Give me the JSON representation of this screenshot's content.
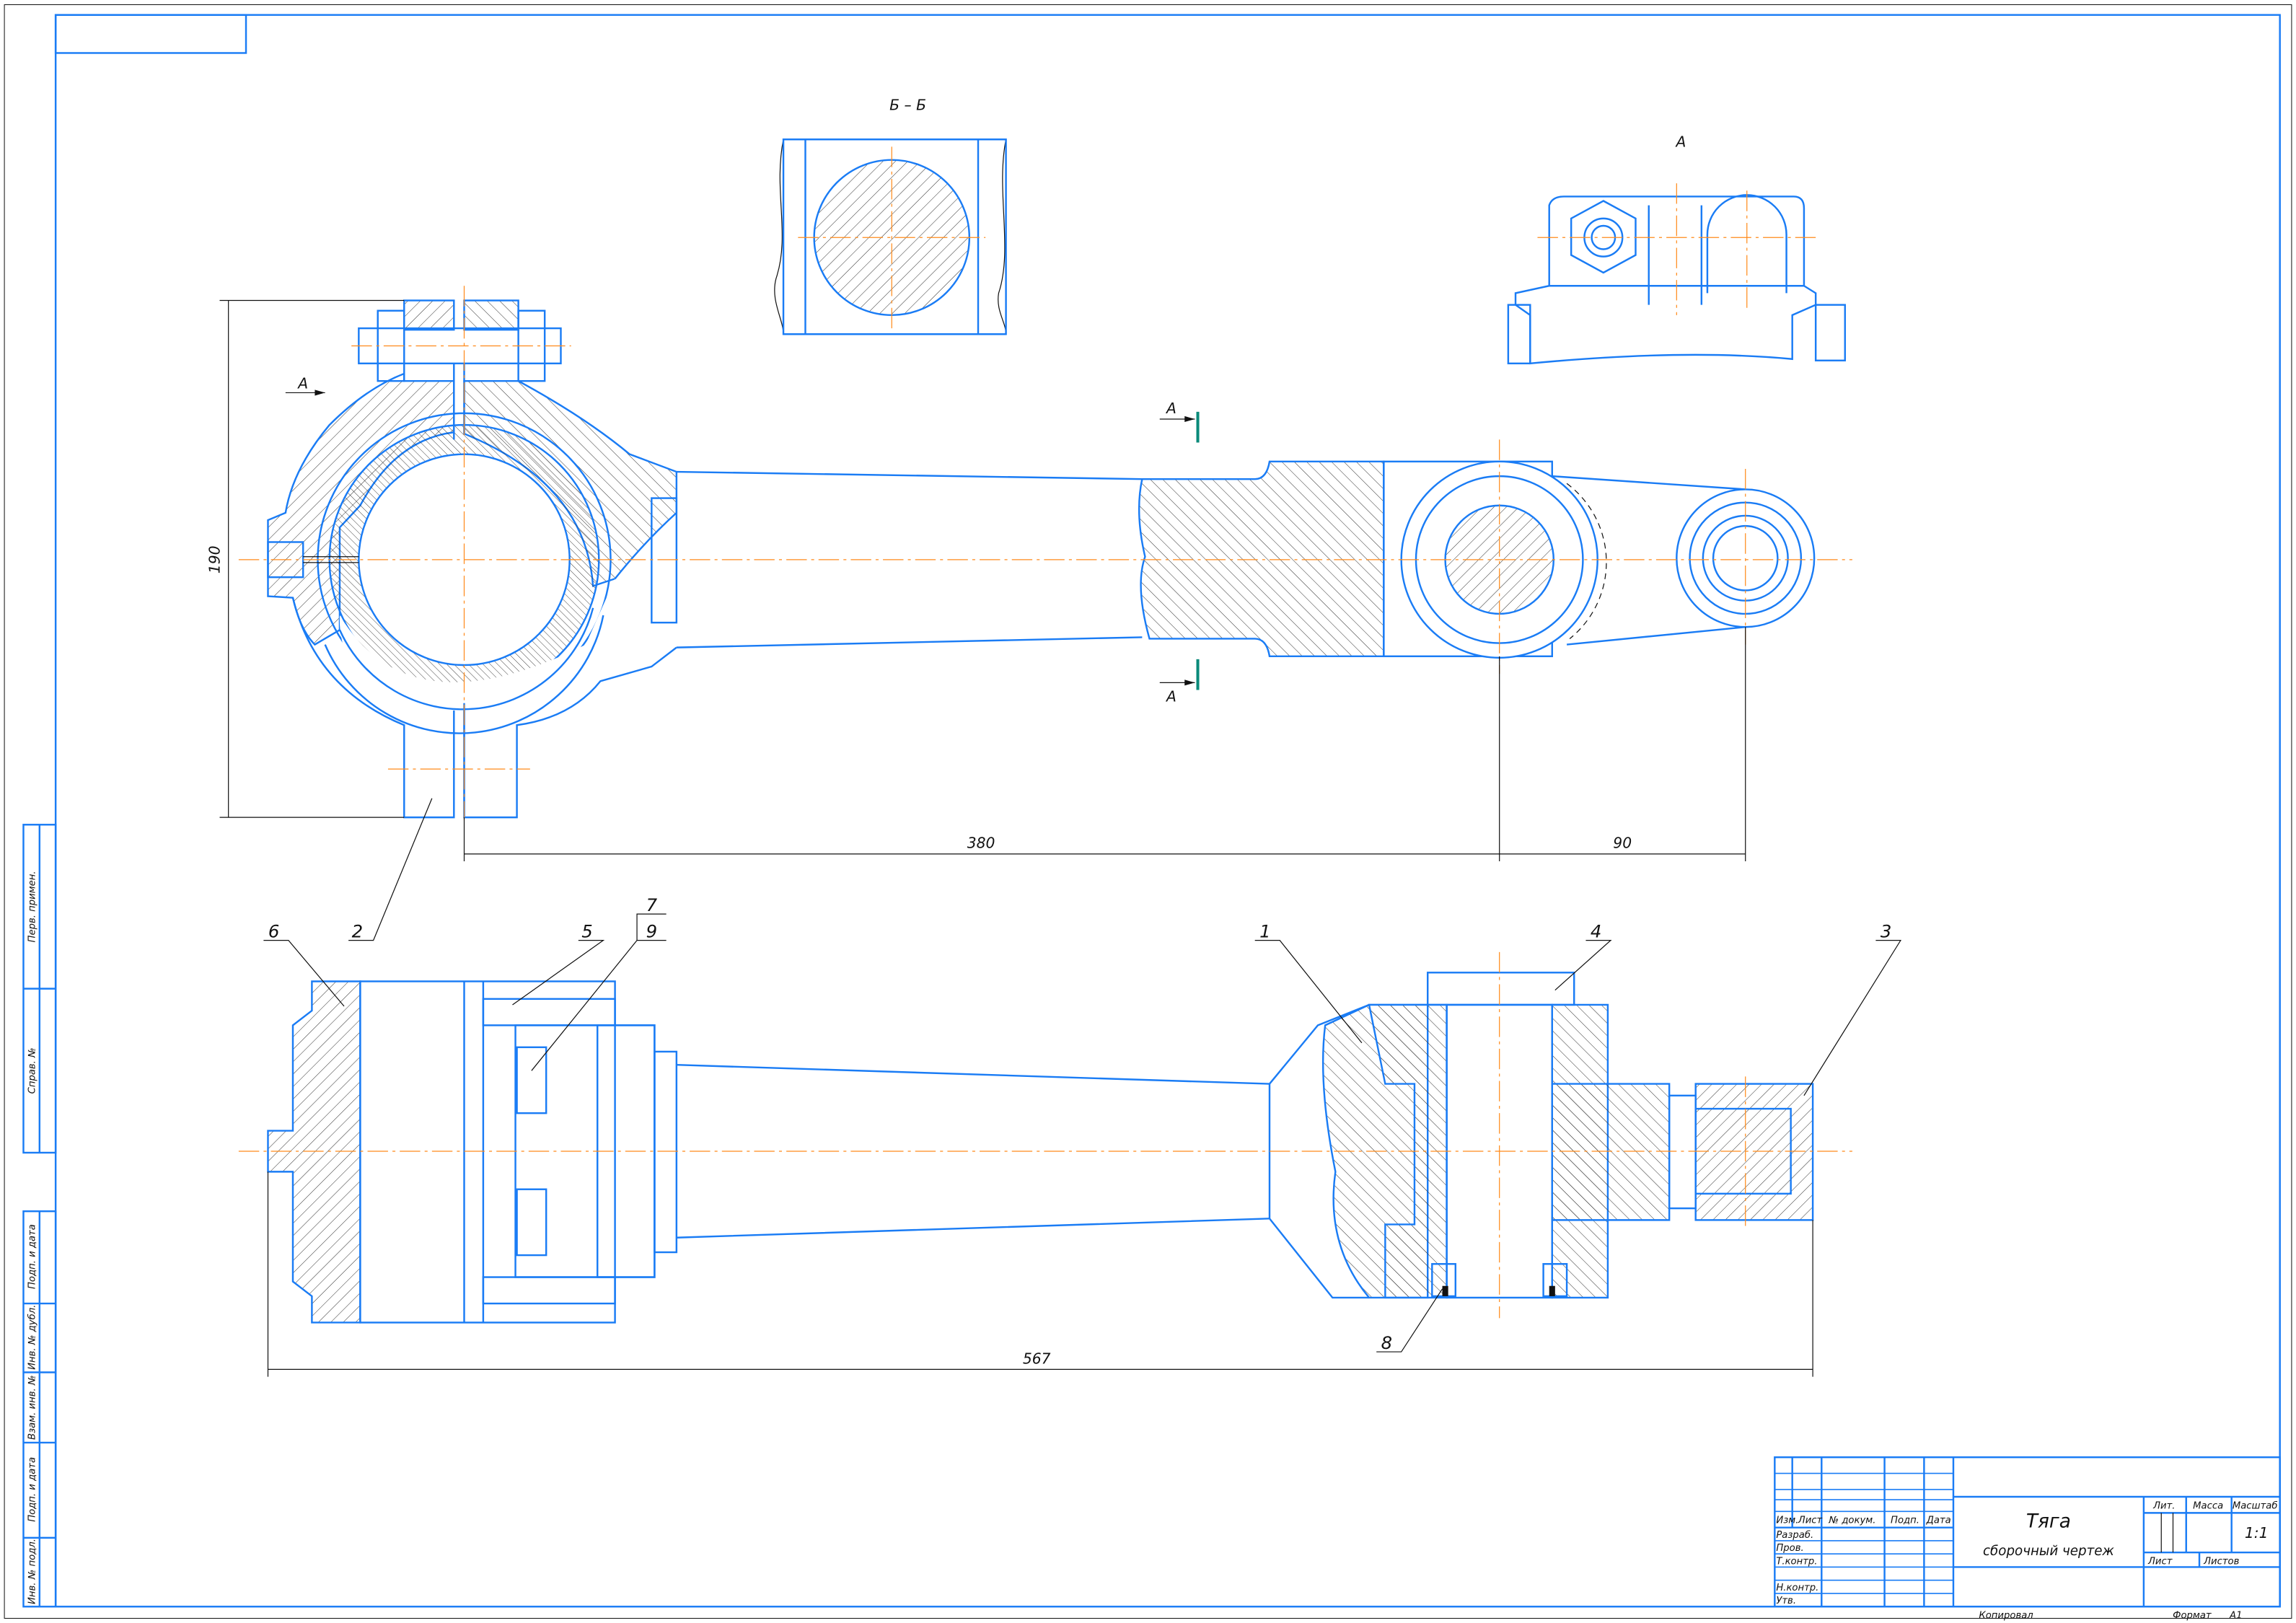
{
  "drawing": {
    "section_label": "Б – Б",
    "view_label": "А",
    "section_mark_top": "А",
    "section_mark_bottom": "А",
    "view_arrow_label": "А",
    "dimensions": {
      "height": "190",
      "center_distance": "380",
      "lug_distance": "90",
      "overall_length": "567"
    },
    "balloons": [
      "1",
      "2",
      "3",
      "4",
      "5",
      "6",
      "7",
      "8",
      "9"
    ]
  },
  "margin_stamp": {
    "top": [
      "Перв. примен.",
      "Справ. №"
    ],
    "bottom": [
      "Подп. и дата",
      "Инв. № дубл.",
      "Взам. инв. №",
      "Подп. и дата",
      "Инв. № подл."
    ]
  },
  "title_block": {
    "headers": [
      "Изм.",
      "Лист",
      "№ докум.",
      "Подп.",
      "Дата"
    ],
    "roles": [
      "Разраб.",
      "Пров.",
      "Т.контр.",
      "Н.контр.",
      "Утв."
    ],
    "title": "Тяга",
    "subtitle": "сборочный чертеж",
    "lit_label": "Лит.",
    "mass_label": "Масса",
    "scale_label": "Масштаб",
    "scale_value": "1:1",
    "sheet_label": "Лист",
    "sheets_label": "Листов",
    "copied_label": "Копировал",
    "format_label": "Формат",
    "format_value": "А1"
  }
}
